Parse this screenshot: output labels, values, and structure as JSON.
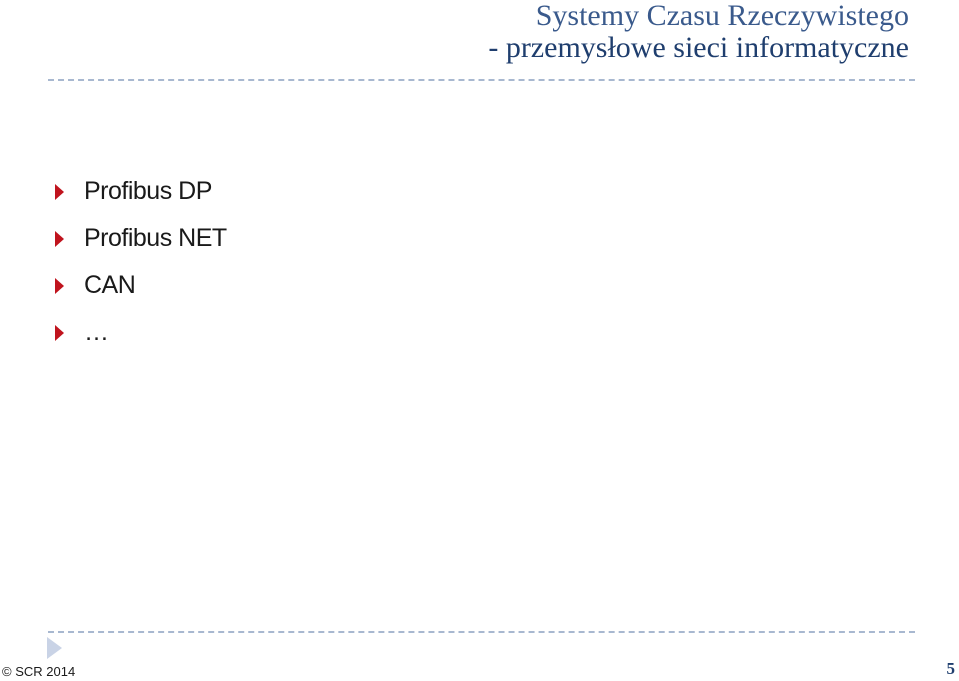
{
  "title": {
    "line1": "Systemy Czasu Rzeczywistego",
    "line2": "- przemysłowe sieci informatyczne"
  },
  "bullets": [
    {
      "text": "Profibus DP"
    },
    {
      "text": "Profibus NET"
    },
    {
      "text": "CAN"
    },
    {
      "text": "…"
    }
  ],
  "footer": {
    "copyright": "© SCR 2014",
    "page_number": "5"
  },
  "colors": {
    "title": "#1F3E6E",
    "bullet_marker": "#C0141E",
    "rule": "#A8B8D0"
  }
}
